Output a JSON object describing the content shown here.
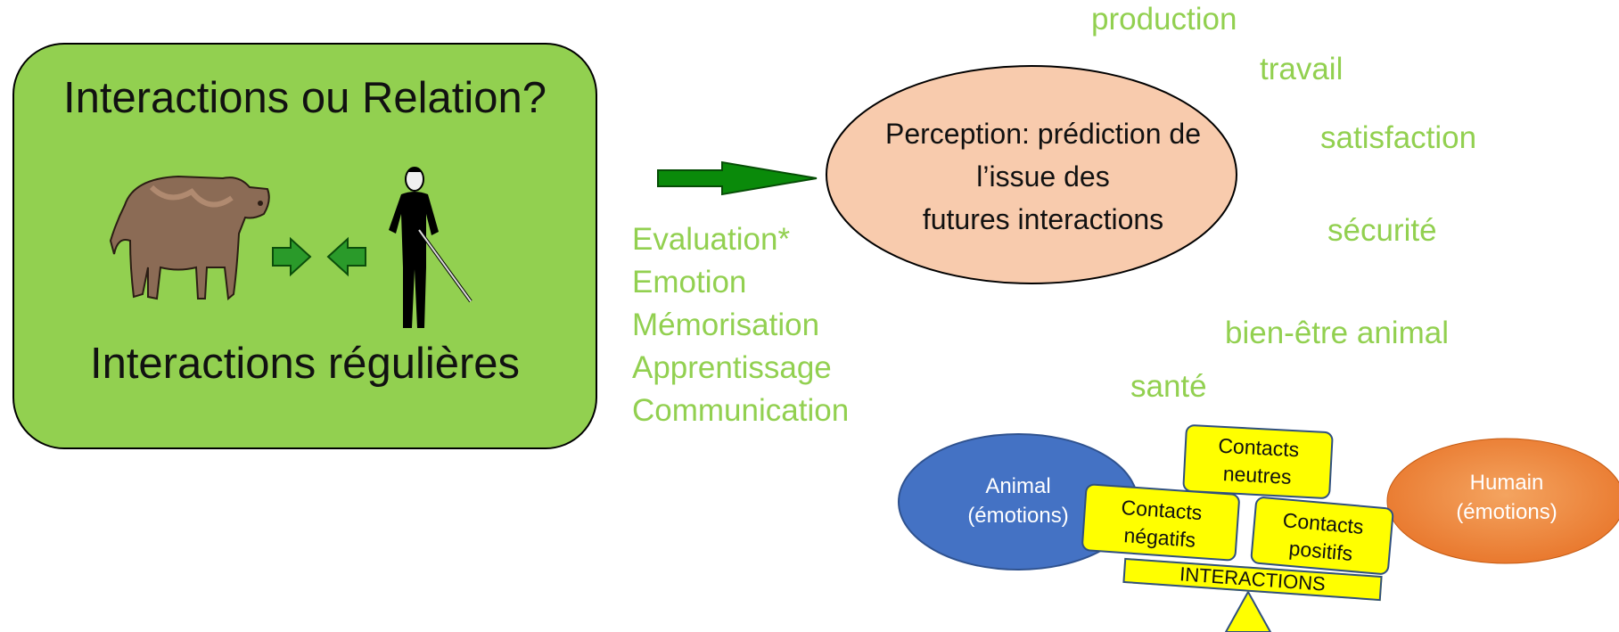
{
  "box": {
    "title": "Interactions ou Relation?",
    "subtitle": "Interactions régulières"
  },
  "processes": [
    "Evaluation*",
    "Emotion",
    "Mémorisation",
    "Apprentissage",
    "Communication"
  ],
  "perception": {
    "line1": "Perception: prédiction de",
    "line2": "l’issue des",
    "line3": "futures interactions"
  },
  "outcomes": {
    "production": "production",
    "travail": "travail",
    "satisfaction": "satisfaction",
    "securite": "sécurité",
    "bien_etre": "bien-être animal",
    "sante": "santé"
  },
  "balance": {
    "animal": [
      "Animal",
      "(émotions)"
    ],
    "humain": [
      "Humain",
      "(émotions)"
    ],
    "neutres": [
      "Contacts",
      "neutres"
    ],
    "negatifs": [
      "Contacts",
      "négatifs"
    ],
    "positifs": [
      "Contacts",
      "positifs"
    ],
    "beam": "INTERACTIONS"
  },
  "colors": {
    "green_box": "#92d050",
    "text_green": "#92d050",
    "ellipse_fill": "#f8cbad",
    "animal_blue": "#4472c4",
    "human_orange": "#ed7d31",
    "contact_yellow": "#ffff00",
    "arrow_green": "#0a8a0a"
  },
  "icons": [
    "cow-icon",
    "person-with-stick-icon",
    "arrow-right-icon",
    "arrow-left-icon"
  ]
}
